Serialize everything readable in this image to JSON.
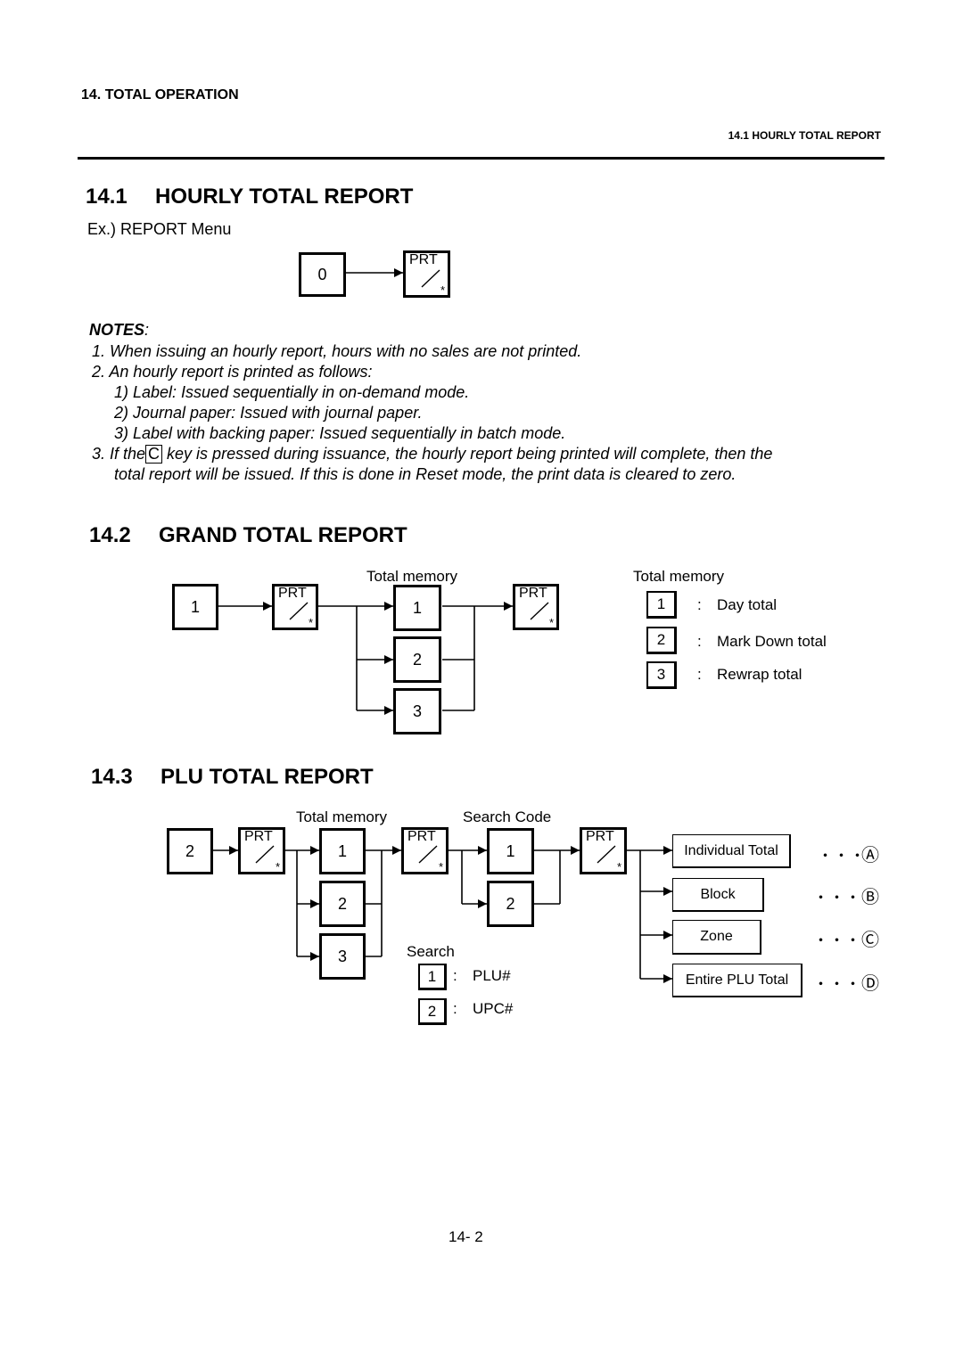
{
  "header": {
    "chapter": "14.  TOTAL OPERATION",
    "section_ref": "14.1 HOURLY TOTAL REPORT"
  },
  "s1": {
    "num": "14.1",
    "title": "HOURLY TOTAL REPORT",
    "example": "Ex.)  REPORT Menu",
    "key_0": "0",
    "notes_label": "NOTES",
    "notes_colon": ":",
    "note1": "1.  When issuing an hourly report, hours with no sales are not printed.",
    "note2": "2.  An hourly report is printed as follows:",
    "note2_1": "1)  Label:    Issued sequentially in on-demand mode.",
    "note2_2": "2)  Journal paper:    Issued with journal paper.",
    "note2_3": "3)  Label with backing paper:     Issued sequentially in batch mode.",
    "note3_pre": "3.  If the",
    "note3_key": "C",
    "note3_post": "  key is pressed during issuance, the hourly report being printed will complete, then the",
    "note3_line2": "total report will be issued.    If this is done in Reset mode, the print data is cleared to zero."
  },
  "prt": {
    "label": "PRT",
    "star": "*"
  },
  "s2": {
    "num": "14.2",
    "title": "GRAND TOTAL REPORT",
    "total_memory": "Total memory",
    "key_1": "1",
    "mem_keys": [
      "1",
      "2",
      "3"
    ],
    "legend_title": "Total memory",
    "legend": [
      {
        "key": "1",
        "colon": ":",
        "text": "Day total"
      },
      {
        "key": "2",
        "colon": ":",
        "text": "Mark Down total"
      },
      {
        "key": "3",
        "colon": ":",
        "text": "Rewrap total"
      }
    ]
  },
  "s3": {
    "num": "14.3",
    "title": "PLU TOTAL REPORT",
    "total_memory": "Total memory",
    "search_code": "Search Code",
    "key_2": "2",
    "mem_keys": [
      "1",
      "2",
      "3"
    ],
    "search_keys": [
      "1",
      "2"
    ],
    "search_title": "Search",
    "search_legend": [
      {
        "key": "1",
        "colon": ":",
        "text": "PLU#"
      },
      {
        "key": "2",
        "colon": ":",
        "text": "UPC#"
      }
    ],
    "outputs": [
      {
        "label": "Individual Total",
        "dots": "・・・",
        "mark": "Ⓐ"
      },
      {
        "label": "Block",
        "dots": "・・・",
        "mark": "Ⓑ"
      },
      {
        "label": "Zone",
        "dots": "・・・",
        "mark": "Ⓒ"
      },
      {
        "label": "Entire PLU Total",
        "dots": "・・・",
        "mark": "Ⓓ"
      }
    ]
  },
  "footer": {
    "page": "14- 2"
  }
}
